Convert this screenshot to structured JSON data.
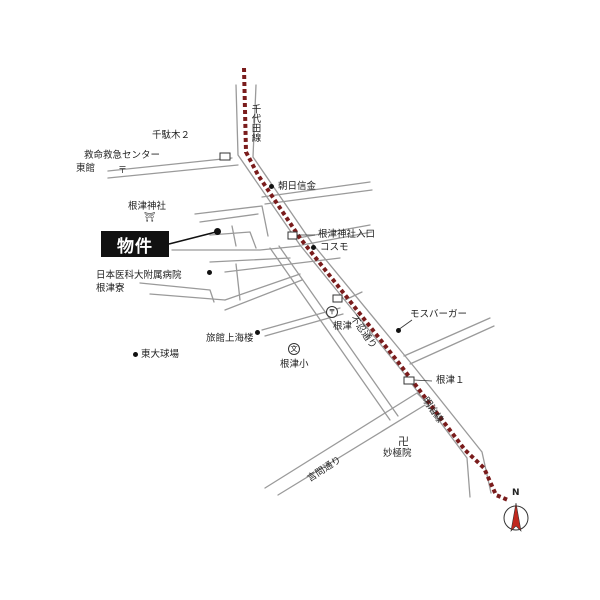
{
  "property_label": "物件",
  "rail_line": "千代田線",
  "roads": {
    "shinobazu": "不忍通り",
    "kototoi": "言問通り",
    "meiji": "明治線"
  },
  "places": {
    "sendagi2": "千駄木２",
    "emergency_center_line1": "救命救急センター",
    "emergency_center_line2": "東館",
    "asahi_shinkin": "朝日信金",
    "nezu_shrine": "根津神社",
    "nezu_shrine_entrance": "根津神社入口",
    "cosmo": "コスモ",
    "hospital_line1": "日本医科大附属病院",
    "hospital_line2": "根津寮",
    "mos_burger": "モスバーガー",
    "nezu_station": "根津",
    "ryokan": "旅館上海楼",
    "nezu_elementary": "根津小",
    "todai_field": "東大球場",
    "nezu1": "根津１",
    "myokoin": "妙極院"
  },
  "compass": {
    "label": "N"
  },
  "colors": {
    "road": "#9a9a9a",
    "rail": "#7a1c1c",
    "text": "#222222"
  }
}
